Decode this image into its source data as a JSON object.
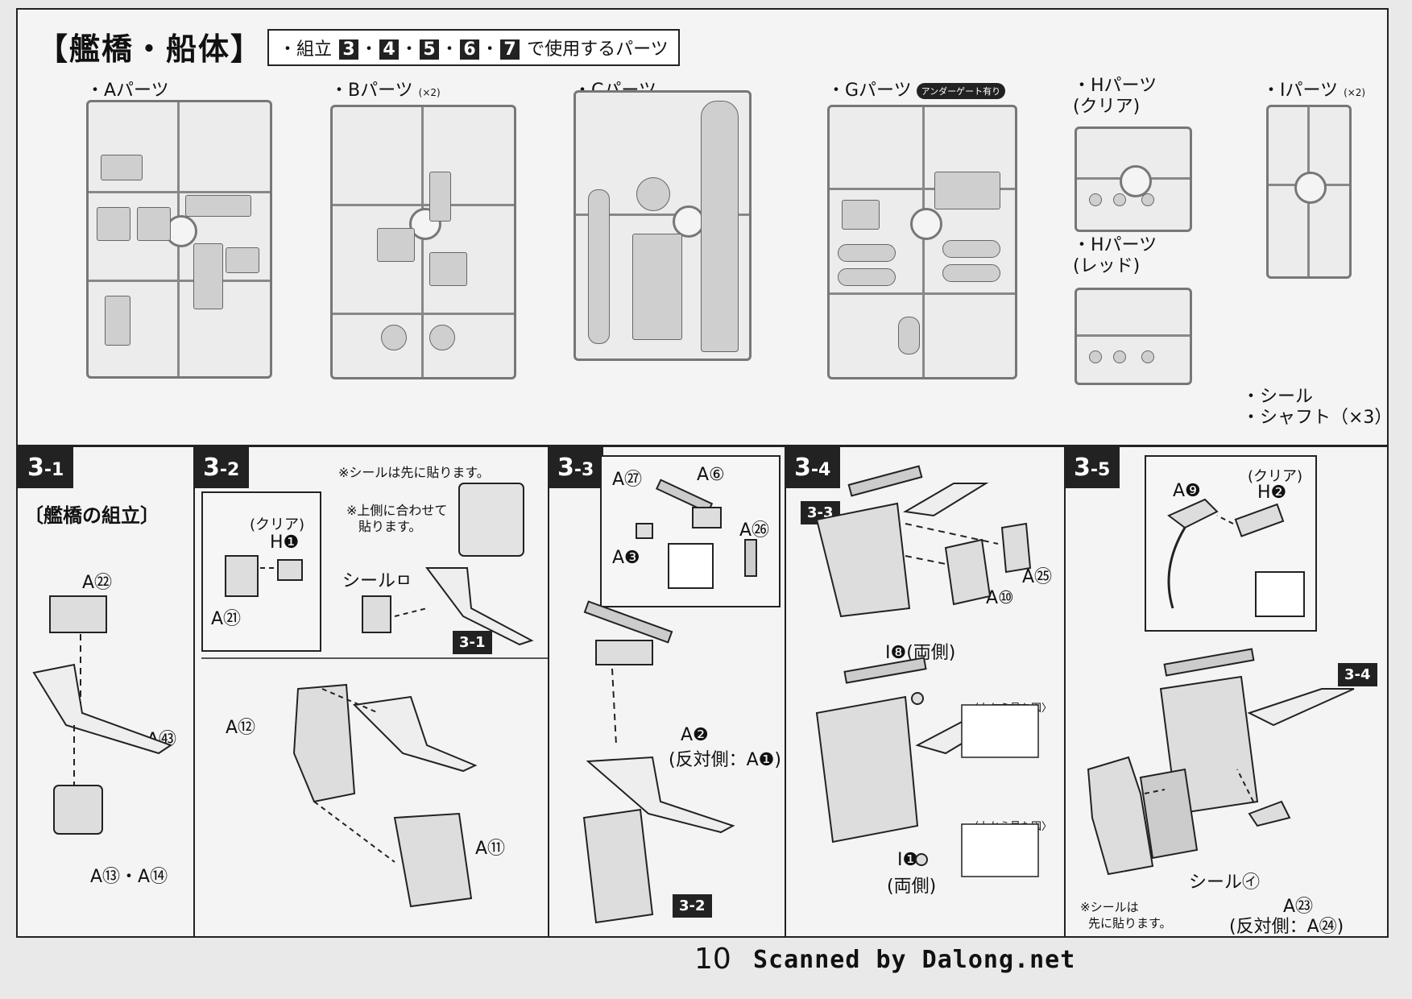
{
  "header": {
    "title": "【艦橋・船体】",
    "subtitle_prefix": "・組立",
    "subtitle_steps": [
      "3",
      "4",
      "5",
      "6",
      "7"
    ],
    "subtitle_suffix": "で使用するパーツ"
  },
  "runners": {
    "a": "・Aパーツ",
    "b": "・Bパーツ",
    "b_qty": "(×2)",
    "c": "・Cパーツ",
    "g": "・Gパーツ",
    "g_badge": "アンダーゲート有り",
    "h_clear": "・Hパーツ",
    "h_clear_sub": "(クリア)",
    "h_red": "・Hパーツ",
    "h_red_sub": "(レッド)",
    "i": "・Iパーツ",
    "i_qty": "(×2)"
  },
  "extras": {
    "seal": "・シール",
    "shaft": "・シャフト（×3）"
  },
  "steps": {
    "s31": {
      "num": "3",
      "sub": "-1",
      "caption": "〔艦橋の組立〕",
      "a22": "A㉒",
      "a43": "A㊸",
      "a13_14": "A⑬・A⑭"
    },
    "s32": {
      "num": "3",
      "sub": "-2",
      "note1": "※シールは先に貼ります。",
      "note2": "※上側に合わせて",
      "note3": "貼ります。",
      "clear": "(クリア)",
      "h1": "H❶",
      "a21": "A㉑",
      "seal_u": "シールㅁ",
      "ref31": "3-1",
      "a12": "A⑫",
      "a11": "A⑪"
    },
    "s33": {
      "num": "3",
      "sub": "-3",
      "a27": "A㉗",
      "a6": "A⑥",
      "a3": "A❸",
      "a26": "A㉖",
      "a2": "A❷",
      "opp": "(反対側：A❶)",
      "ref32": "3-2"
    },
    "s34": {
      "num": "3",
      "sub": "-4",
      "ref33": "3-3",
      "a25": "A㉕",
      "a10": "A⑩",
      "i8": "I❽(両側)",
      "top_view1": "〈上から見た図〉",
      "top_view2": "〈上から見た図〉",
      "i1": "I❶",
      "both": "(両側)"
    },
    "s35": {
      "num": "3",
      "sub": "-5",
      "clear": "(クリア)",
      "a9": "A❾",
      "h2": "H❷",
      "ref34": "3-4",
      "seal_i": "シール㋑",
      "note1": "※シールは",
      "note2": "先に貼ります。",
      "a23": "A㉓",
      "opp": "(反対側：A㉔)"
    }
  },
  "footer": {
    "page": "10",
    "scan": "Scanned by Dalong.net"
  }
}
